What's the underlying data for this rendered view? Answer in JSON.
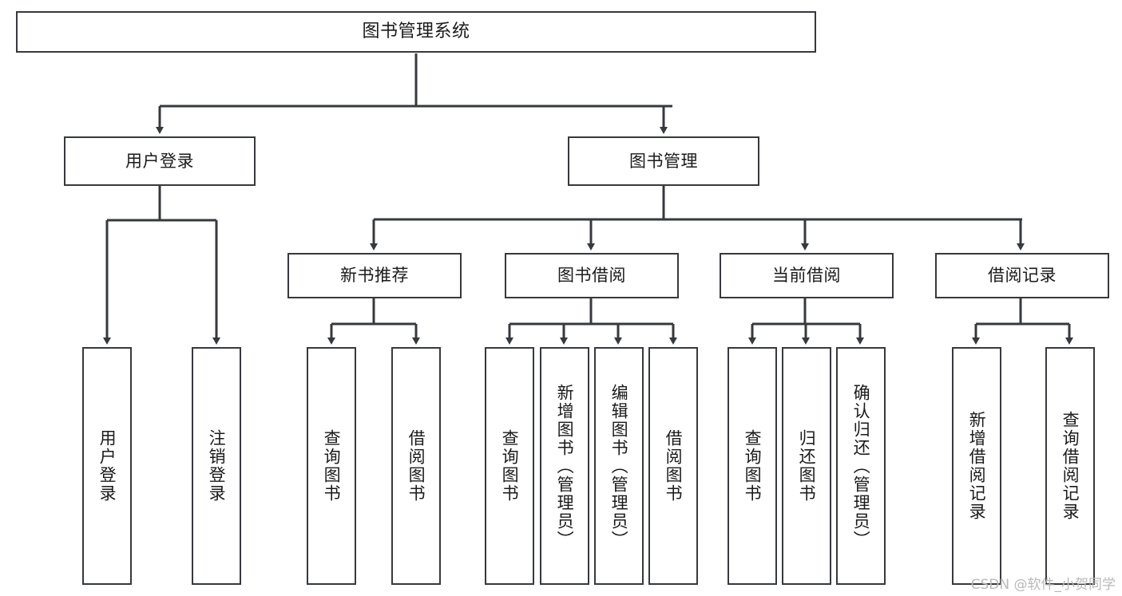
{
  "diagram": {
    "type": "tree",
    "title": "图书管理系统",
    "watermark": "CSDN @软件_小贺同学",
    "colors": {
      "background": "#ffffff",
      "stroke": "#36393d",
      "text": "#1a1a1a",
      "watermark": "#b9b9b9"
    },
    "nodes": {
      "root": {
        "label": "图书管理系统"
      },
      "level2": [
        {
          "id": "user-login",
          "label": "用户登录"
        },
        {
          "id": "book-management",
          "label": "图书管理"
        }
      ],
      "level3": [
        {
          "id": "new-book-recommend",
          "label": "新书推荐"
        },
        {
          "id": "book-borrow",
          "label": "图书借阅"
        },
        {
          "id": "current-borrow",
          "label": "当前借阅"
        },
        {
          "id": "borrow-record",
          "label": "借阅记录"
        }
      ],
      "leaves": [
        {
          "id": "leaf-user-login",
          "label": "用户登录"
        },
        {
          "id": "leaf-logout",
          "label": "注销登录"
        },
        {
          "id": "leaf-query-book-1",
          "label": "查询图书"
        },
        {
          "id": "leaf-borrow-book-1",
          "label": "借阅图书"
        },
        {
          "id": "leaf-query-book-2",
          "label": "查询图书"
        },
        {
          "id": "leaf-add-book",
          "label": "新增图书（管理员）"
        },
        {
          "id": "leaf-edit-book",
          "label": "编辑图书（管理员）"
        },
        {
          "id": "leaf-borrow-book-2",
          "label": "借阅图书"
        },
        {
          "id": "leaf-query-book-3",
          "label": "查询图书"
        },
        {
          "id": "leaf-return-book",
          "label": "归还图书"
        },
        {
          "id": "leaf-confirm-return",
          "label": "确认归还（管理员）"
        },
        {
          "id": "leaf-add-record",
          "label": "新增借阅记录"
        },
        {
          "id": "leaf-query-record",
          "label": "查询借阅记录"
        }
      ]
    }
  }
}
